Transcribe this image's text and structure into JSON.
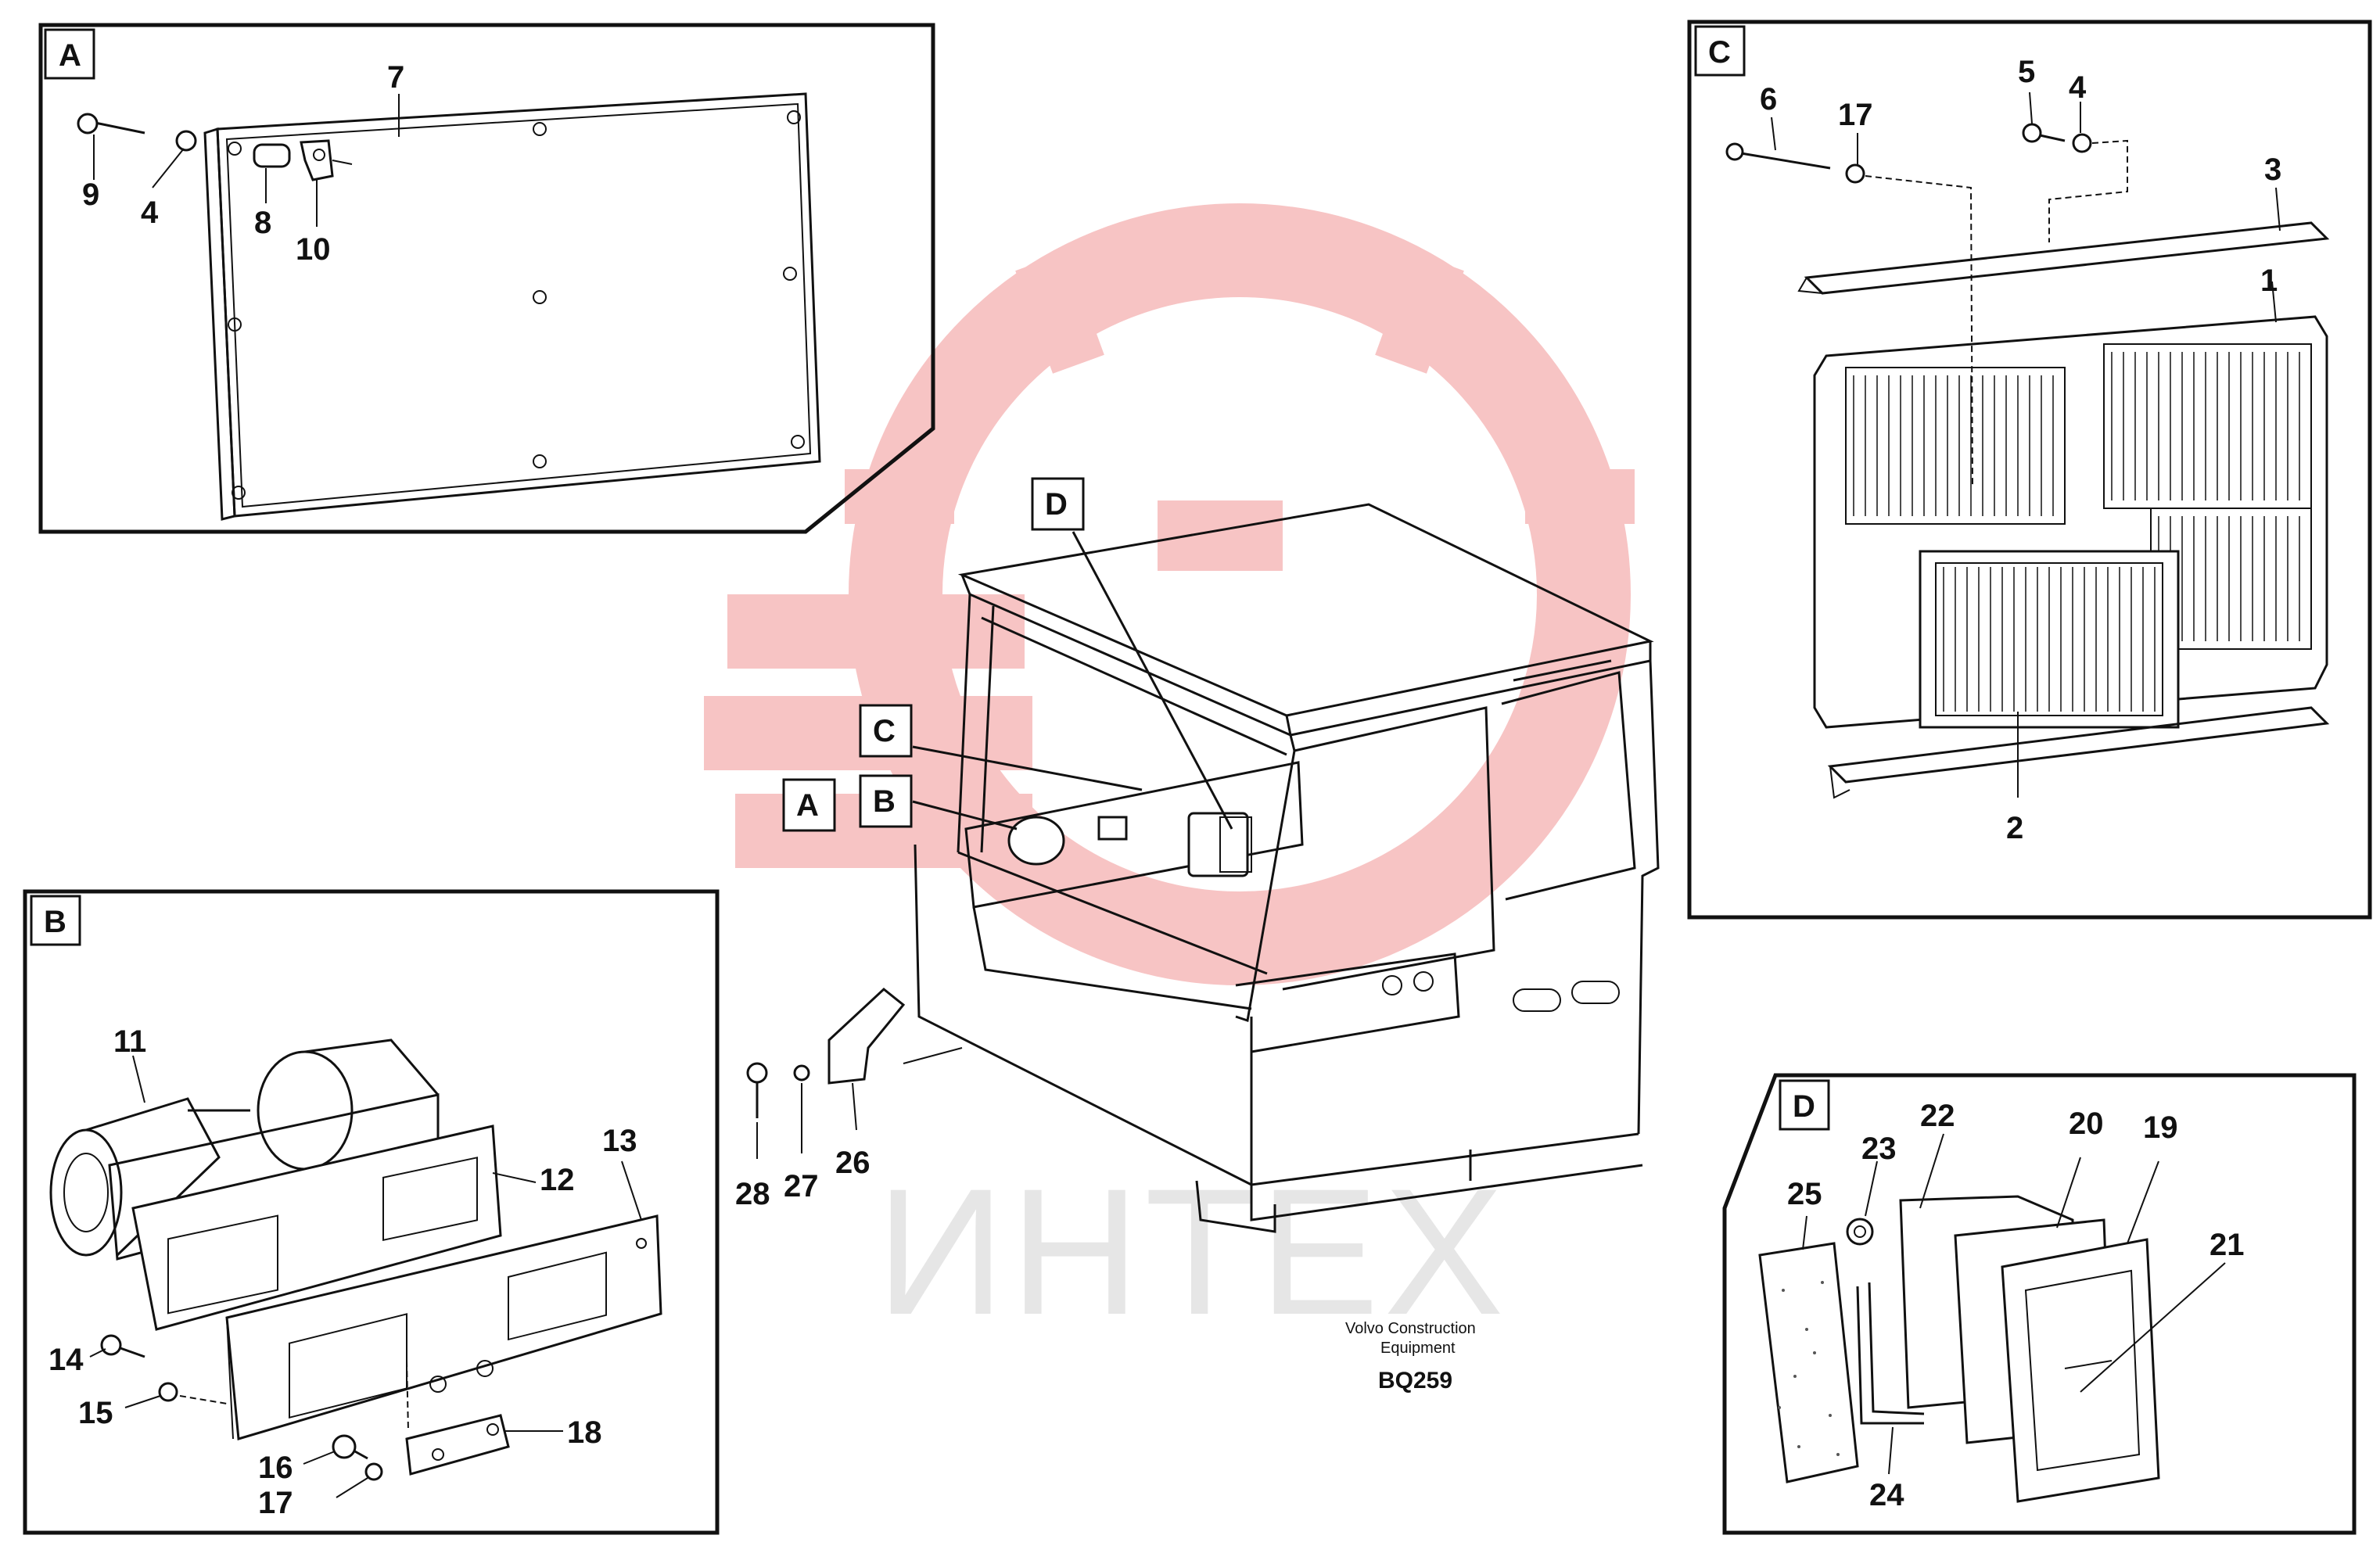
{
  "diagram": {
    "panels": {
      "A": {
        "letter": "A",
        "labels": [
          "7",
          "9",
          "4",
          "8",
          "10"
        ]
      },
      "B": {
        "letter": "B",
        "labels": [
          "11",
          "12",
          "13",
          "14",
          "15",
          "16",
          "17",
          "18"
        ]
      },
      "C": {
        "letter": "C",
        "labels": [
          "6",
          "17",
          "5",
          "4",
          "3",
          "1",
          "2"
        ]
      },
      "D": {
        "letter": "D",
        "labels": [
          "23",
          "22",
          "20",
          "19",
          "25",
          "21",
          "24"
        ]
      }
    },
    "main_callouts": [
      "D",
      "C",
      "A",
      "B"
    ],
    "main_labels": [
      "28",
      "27",
      "26"
    ],
    "caption_line1": "Volvo Construction",
    "caption_line2": "Equipment",
    "drawing_code": "BQ259",
    "watermark_text": "ИНТЕХ"
  },
  "colors": {
    "watermark_logo": "#f7c4c4",
    "watermark_text": "#e6e6e6",
    "ink": "#111111"
  }
}
